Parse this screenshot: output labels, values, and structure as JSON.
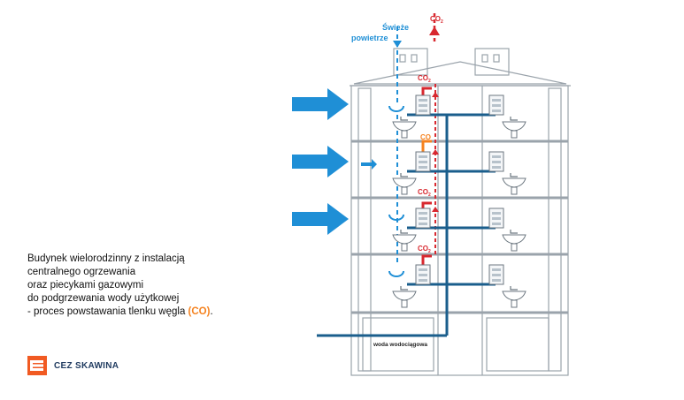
{
  "labels": {
    "fresh_air": "Świeże powietrze",
    "fresh_air_line1": "Świeże",
    "fresh_air_line2": "powietrze",
    "co2": "CO",
    "co2_sub": "2",
    "co": "CO",
    "water": "woda wodociągowa"
  },
  "caption": {
    "line1": "Budynek wielorodzinny z instalacją",
    "line2": "centralnego ogrzewania",
    "line3": "oraz piecykami gazowymi",
    "line4": "do podgrzewania wody użytkowej",
    "line5_prefix": "- proces powstawania tlenku węgla ",
    "line5_co": "(CO)",
    "line5_suffix": "."
  },
  "logo": {
    "text": "CEZ SKAWINA"
  },
  "colors": {
    "blue_arrow": "#1f8fd6",
    "red": "#d8282f",
    "orange": "#f5821f",
    "pipe": "#1a5e8c",
    "outline": "#9aa3ab"
  }
}
